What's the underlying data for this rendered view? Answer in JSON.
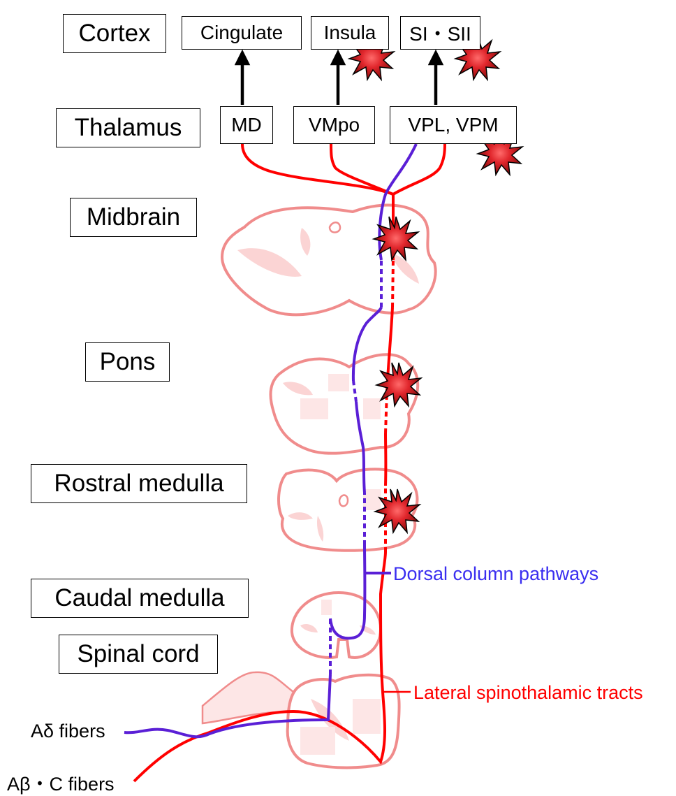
{
  "levels": {
    "cortex": "Cortex",
    "thalamus": "Thalamus",
    "midbrain": "Midbrain",
    "pons": "Pons",
    "rostral_medulla": "Rostral medulla",
    "caudal_medulla": "Caudal medulla",
    "spinal_cord": "Spinal cord"
  },
  "cortex_areas": {
    "cingulate": "Cingulate",
    "insula": "Insula",
    "si_sii": "SI・SII"
  },
  "thalamic_nuclei": {
    "md": "MD",
    "vmpo": "VMpo",
    "vpl_vpm": "VPL, VPM"
  },
  "fibers": {
    "a_delta": "Aδ fibers",
    "a_beta_c": "Aβ・C fibers"
  },
  "pathways": {
    "dorsal": "Dorsal column pathways",
    "lateral": "Lateral spinothalamic tracts"
  },
  "colors": {
    "dorsal_pathway": "#5a1fd6",
    "lateral_pathway": "#ff0000",
    "tissue_outline": "#f08c8c",
    "tissue_fill": "#fde6e6",
    "lesion": "#e0262c"
  },
  "icons": {
    "lesion": "explosion-burst-icon"
  }
}
